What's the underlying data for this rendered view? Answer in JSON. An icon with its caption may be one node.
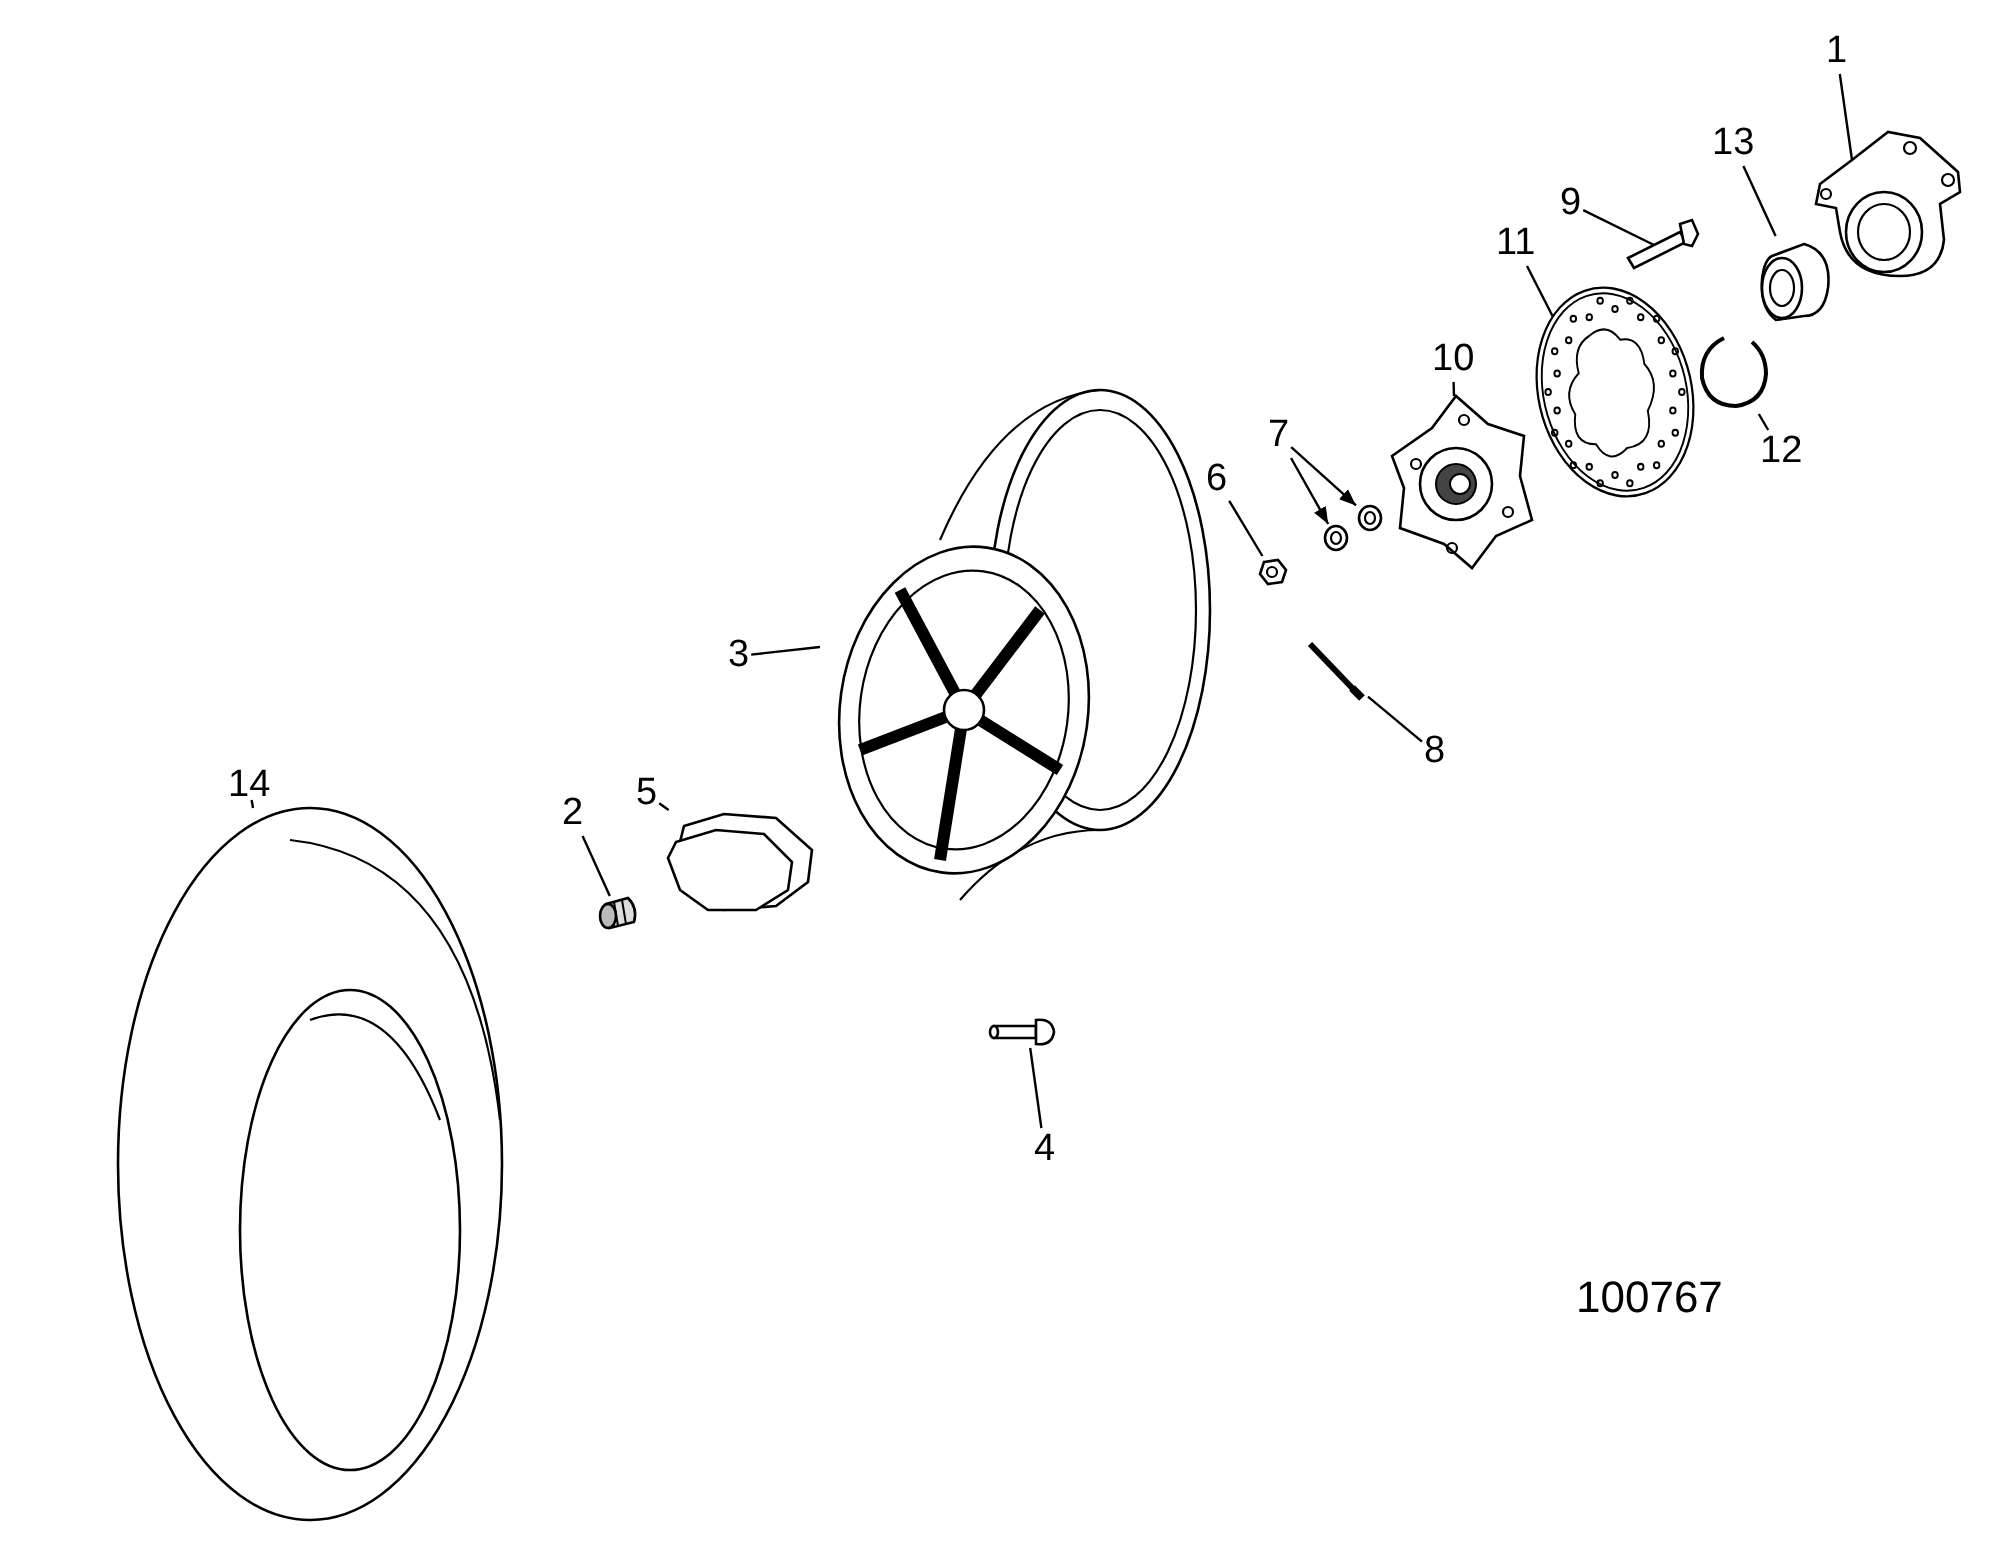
{
  "diagram": {
    "nodes": [
      {
        "text": [
          "1"
        ]
      },
      {
        "text": [
          "13"
        ]
      },
      {
        "text": [
          "9"
        ]
      },
      {
        "text": [
          "11"
        ]
      },
      {
        "text": [
          "10"
        ]
      },
      {
        "text": [
          "7"
        ]
      },
      {
        "text": [
          "12"
        ]
      },
      {
        "text": [
          "6"
        ]
      },
      {
        "text": [
          "3"
        ]
      },
      {
        "text": [
          "8"
        ]
      },
      {
        "text": [
          "14"
        ]
      },
      {
        "text": [
          "5"
        ]
      },
      {
        "text": [
          "2"
        ]
      },
      {
        "text": [
          "4"
        ]
      },
      {
        "text": [],
        "shape": "picture"
      },
      {
        "text": [],
        "shape": "picture"
      },
      {
        "text": [],
        "shape": "picture"
      },
      {
        "text": [],
        "shape": "picture"
      },
      {
        "text": [],
        "shape": "picture"
      },
      {
        "text": [],
        "shape": "picture"
      },
      {
        "text": [],
        "shape": "picture"
      },
      {
        "text": [],
        "shape": "picture"
      },
      {
        "text": [],
        "shape": "picture"
      },
      {
        "text": [],
        "shape": "picture"
      },
      {
        "text": [],
        "shape": "picture"
      },
      {
        "text": [],
        "shape": "picture"
      },
      {
        "text": [],
        "shape": "picture"
      },
      {
        "text": [],
        "shape": "picture"
      },
      {
        "text": [],
        "shape": "picture"
      }
    ],
    "edges": [
      {
        "from": 0,
        "to": 14,
        "arrow": "none"
      },
      {
        "from": 1,
        "to": 15,
        "arrow": "none"
      },
      {
        "from": 2,
        "to": 16,
        "arrow": "none"
      },
      {
        "from": 3,
        "to": 17,
        "arrow": "none"
      },
      {
        "from": 4,
        "to": 18,
        "arrow": "none"
      },
      {
        "from": 5,
        "to": 19,
        "arrow": "to"
      },
      {
        "from": 5,
        "to": 20,
        "arrow": "to"
      },
      {
        "from": 6,
        "to": 21,
        "arrow": "none"
      },
      {
        "from": 7,
        "to": 22,
        "arrow": "none"
      },
      {
        "from": 8,
        "to": 23,
        "arrow": "none"
      },
      {
        "from": 9,
        "to": 24,
        "arrow": "none"
      },
      {
        "from": 10,
        "to": 25,
        "arrow": "none"
      },
      {
        "from": 11,
        "to": 26,
        "arrow": "none"
      },
      {
        "from": 12,
        "to": 27,
        "arrow": "none"
      },
      {
        "from": 13,
        "to": 28,
        "arrow": "none"
      }
    ],
    "labels": [
      "100767"
    ]
  }
}
